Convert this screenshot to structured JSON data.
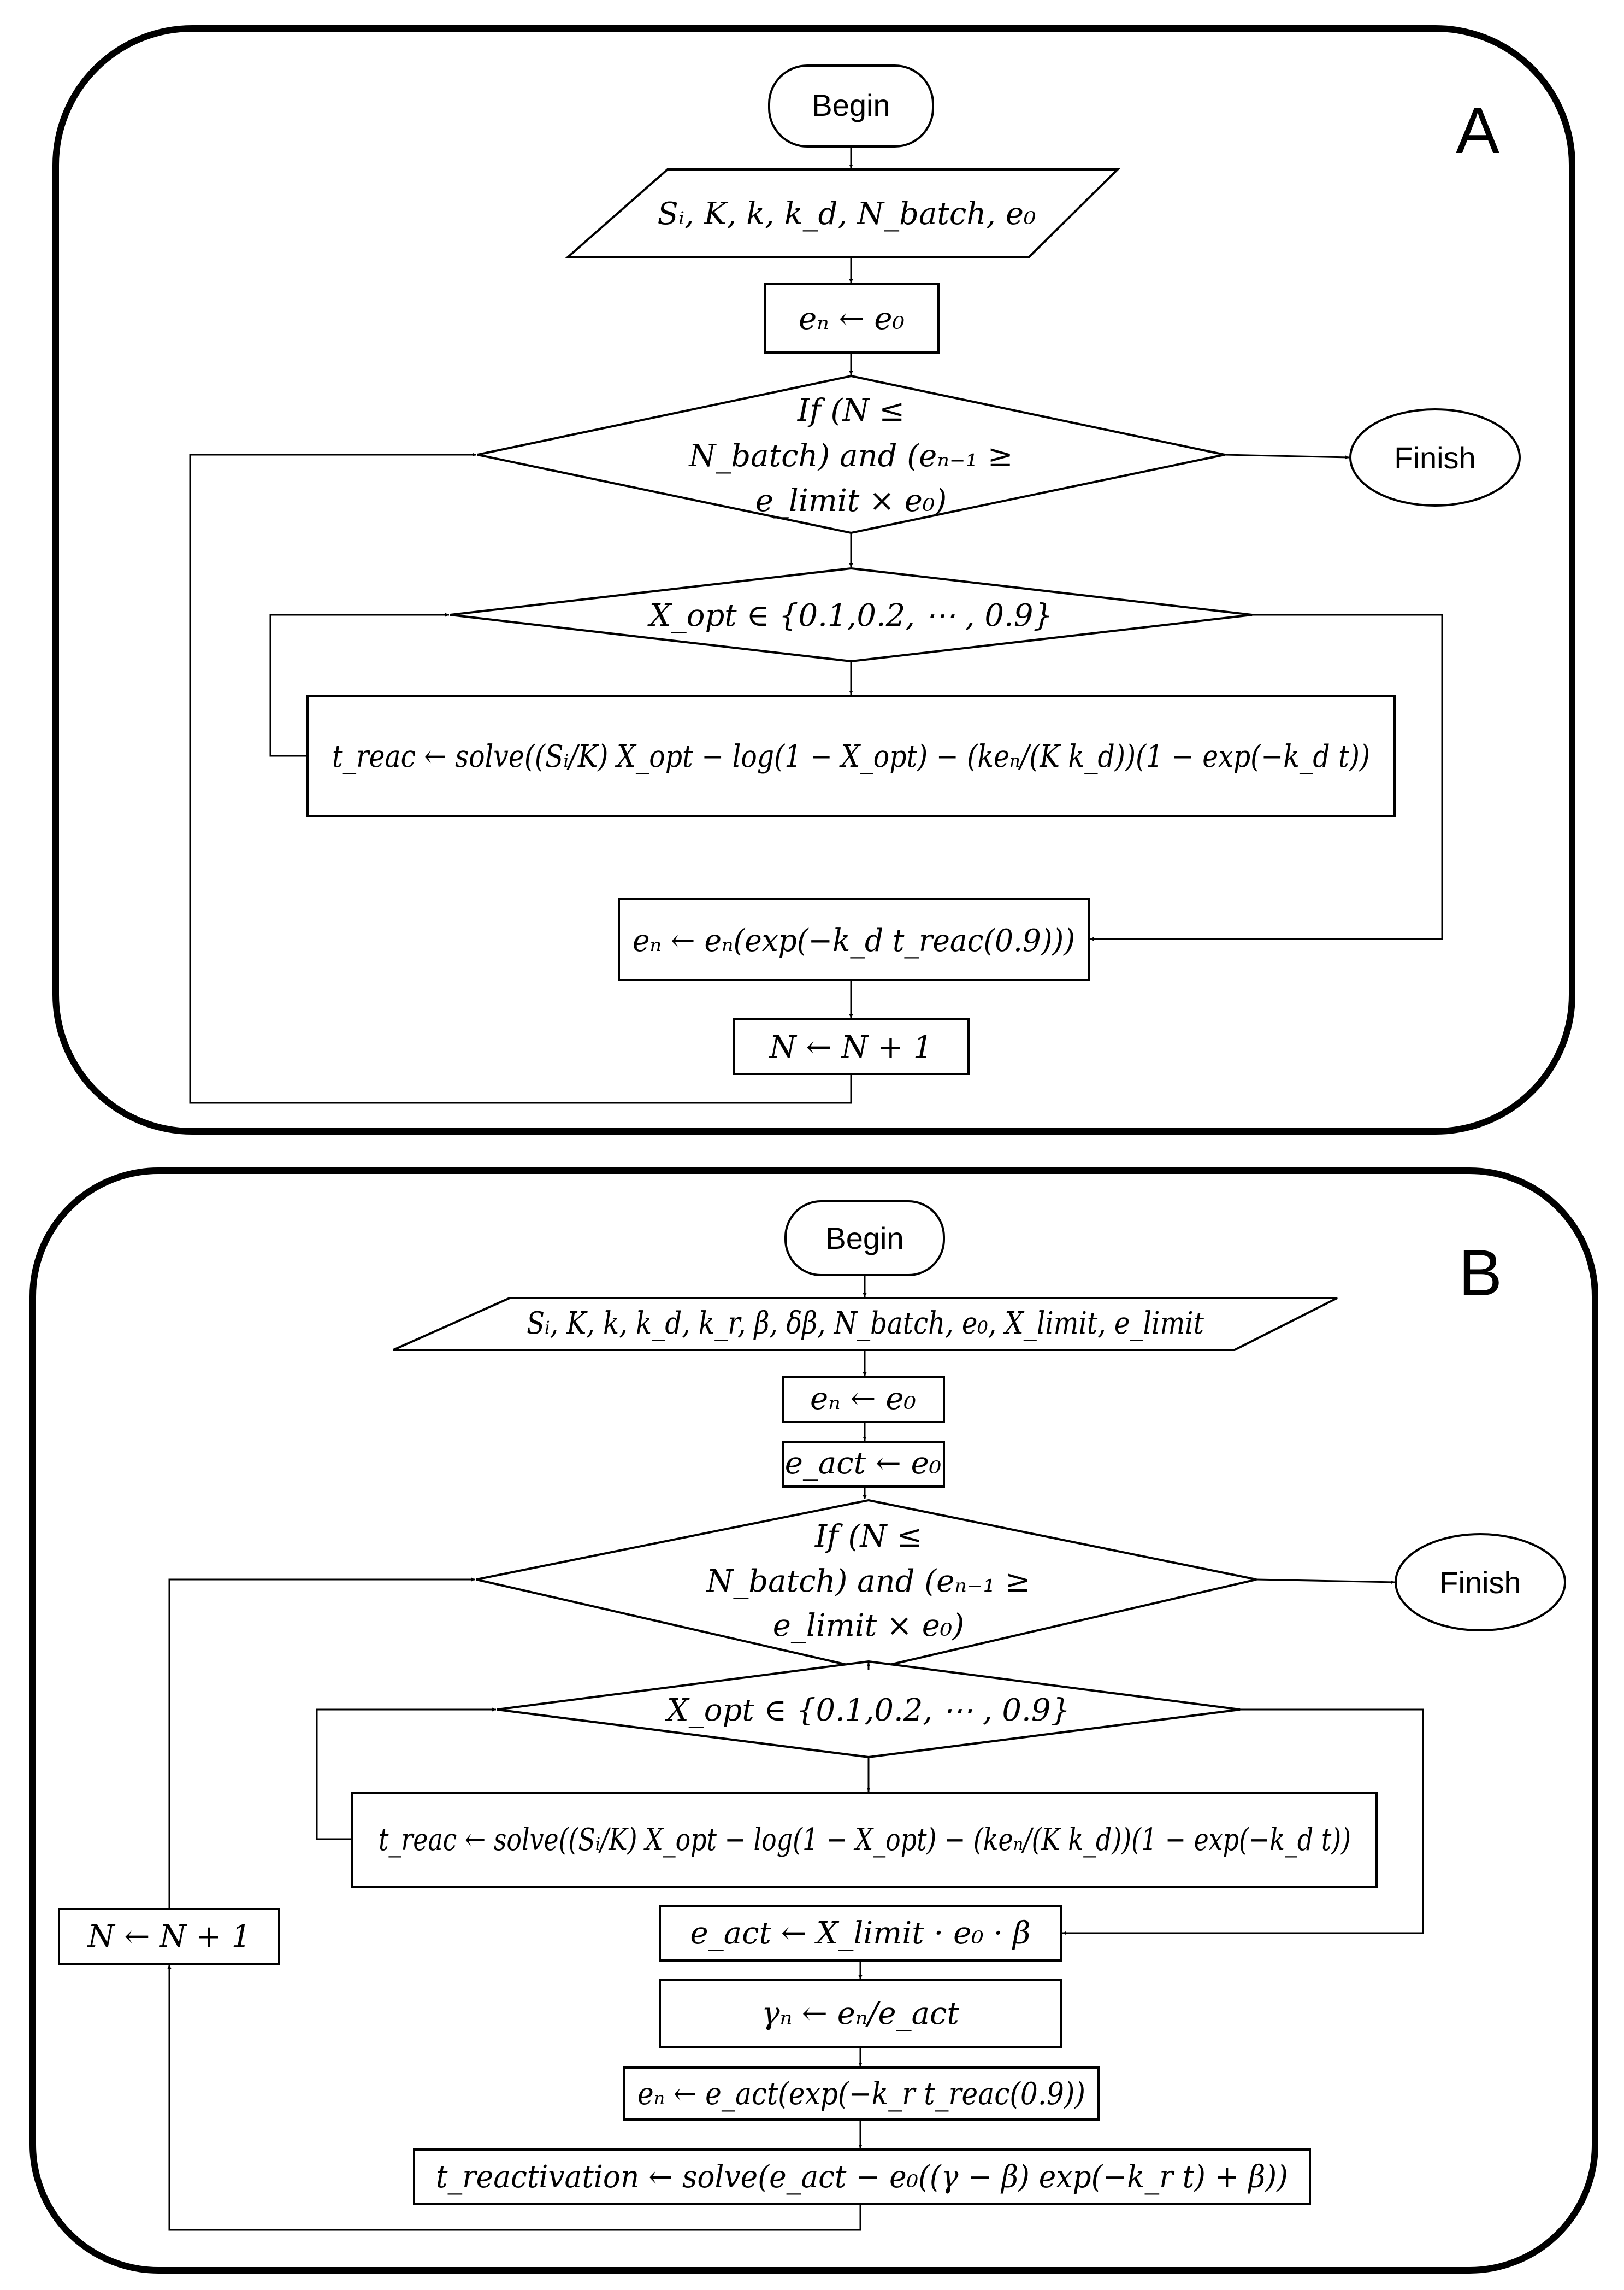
{
  "panel_a": {
    "label": "A",
    "begin": "Begin",
    "input": "Sᵢ, K, k, k_d, N_batch, e₀",
    "init": "eₙ ← e₀",
    "loop_condition": [
      "If (N ≤",
      "N_batch) and (eₙ₋₁ ≥",
      "e_limit × e₀)"
    ],
    "finish": "Finish",
    "x_loop": "X_opt ∈ {0.1,0.2, ⋯ , 0.9}",
    "solve": "t_reac ← solve((Sᵢ/K) X_opt − log(1 − X_opt) − (keₙ/(K k_d))(1 − exp(−k_d t))",
    "update": "eₙ ← eₙ(exp(−k_d t_reac(0.9)))",
    "increment": "N ← N + 1"
  },
  "panel_b": {
    "label": "B",
    "begin": "Begin",
    "input": "Sᵢ, K, k, k_d, k_r, β, δβ, N_batch, e₀, X_limit, e_limit",
    "init": "eₙ ← e₀",
    "init_act": "e_act ← e₀",
    "loop_condition": [
      "If (N ≤",
      "N_batch) and (eₙ₋₁ ≥",
      "e_limit × e₀)"
    ],
    "finish": "Finish",
    "x_loop": "X_opt ∈ {0.1,0.2, ⋯ , 0.9}",
    "solve": "t_reac ← solve((Sᵢ/K) X_opt − log(1 − X_opt) − (keₙ/(K k_d))(1 − exp(−k_d t))",
    "act_update": "e_act ← X_limit · e₀ · β",
    "gamma": "γₙ ← eₙ/e_act",
    "update": "eₙ ← e_act(exp(−k_r t_reac(0.9))",
    "reactivation": "t_reactivation ← solve(e_act − e₀((γ − β) exp(−k_r t) + β))",
    "increment": "N ← N + 1"
  }
}
